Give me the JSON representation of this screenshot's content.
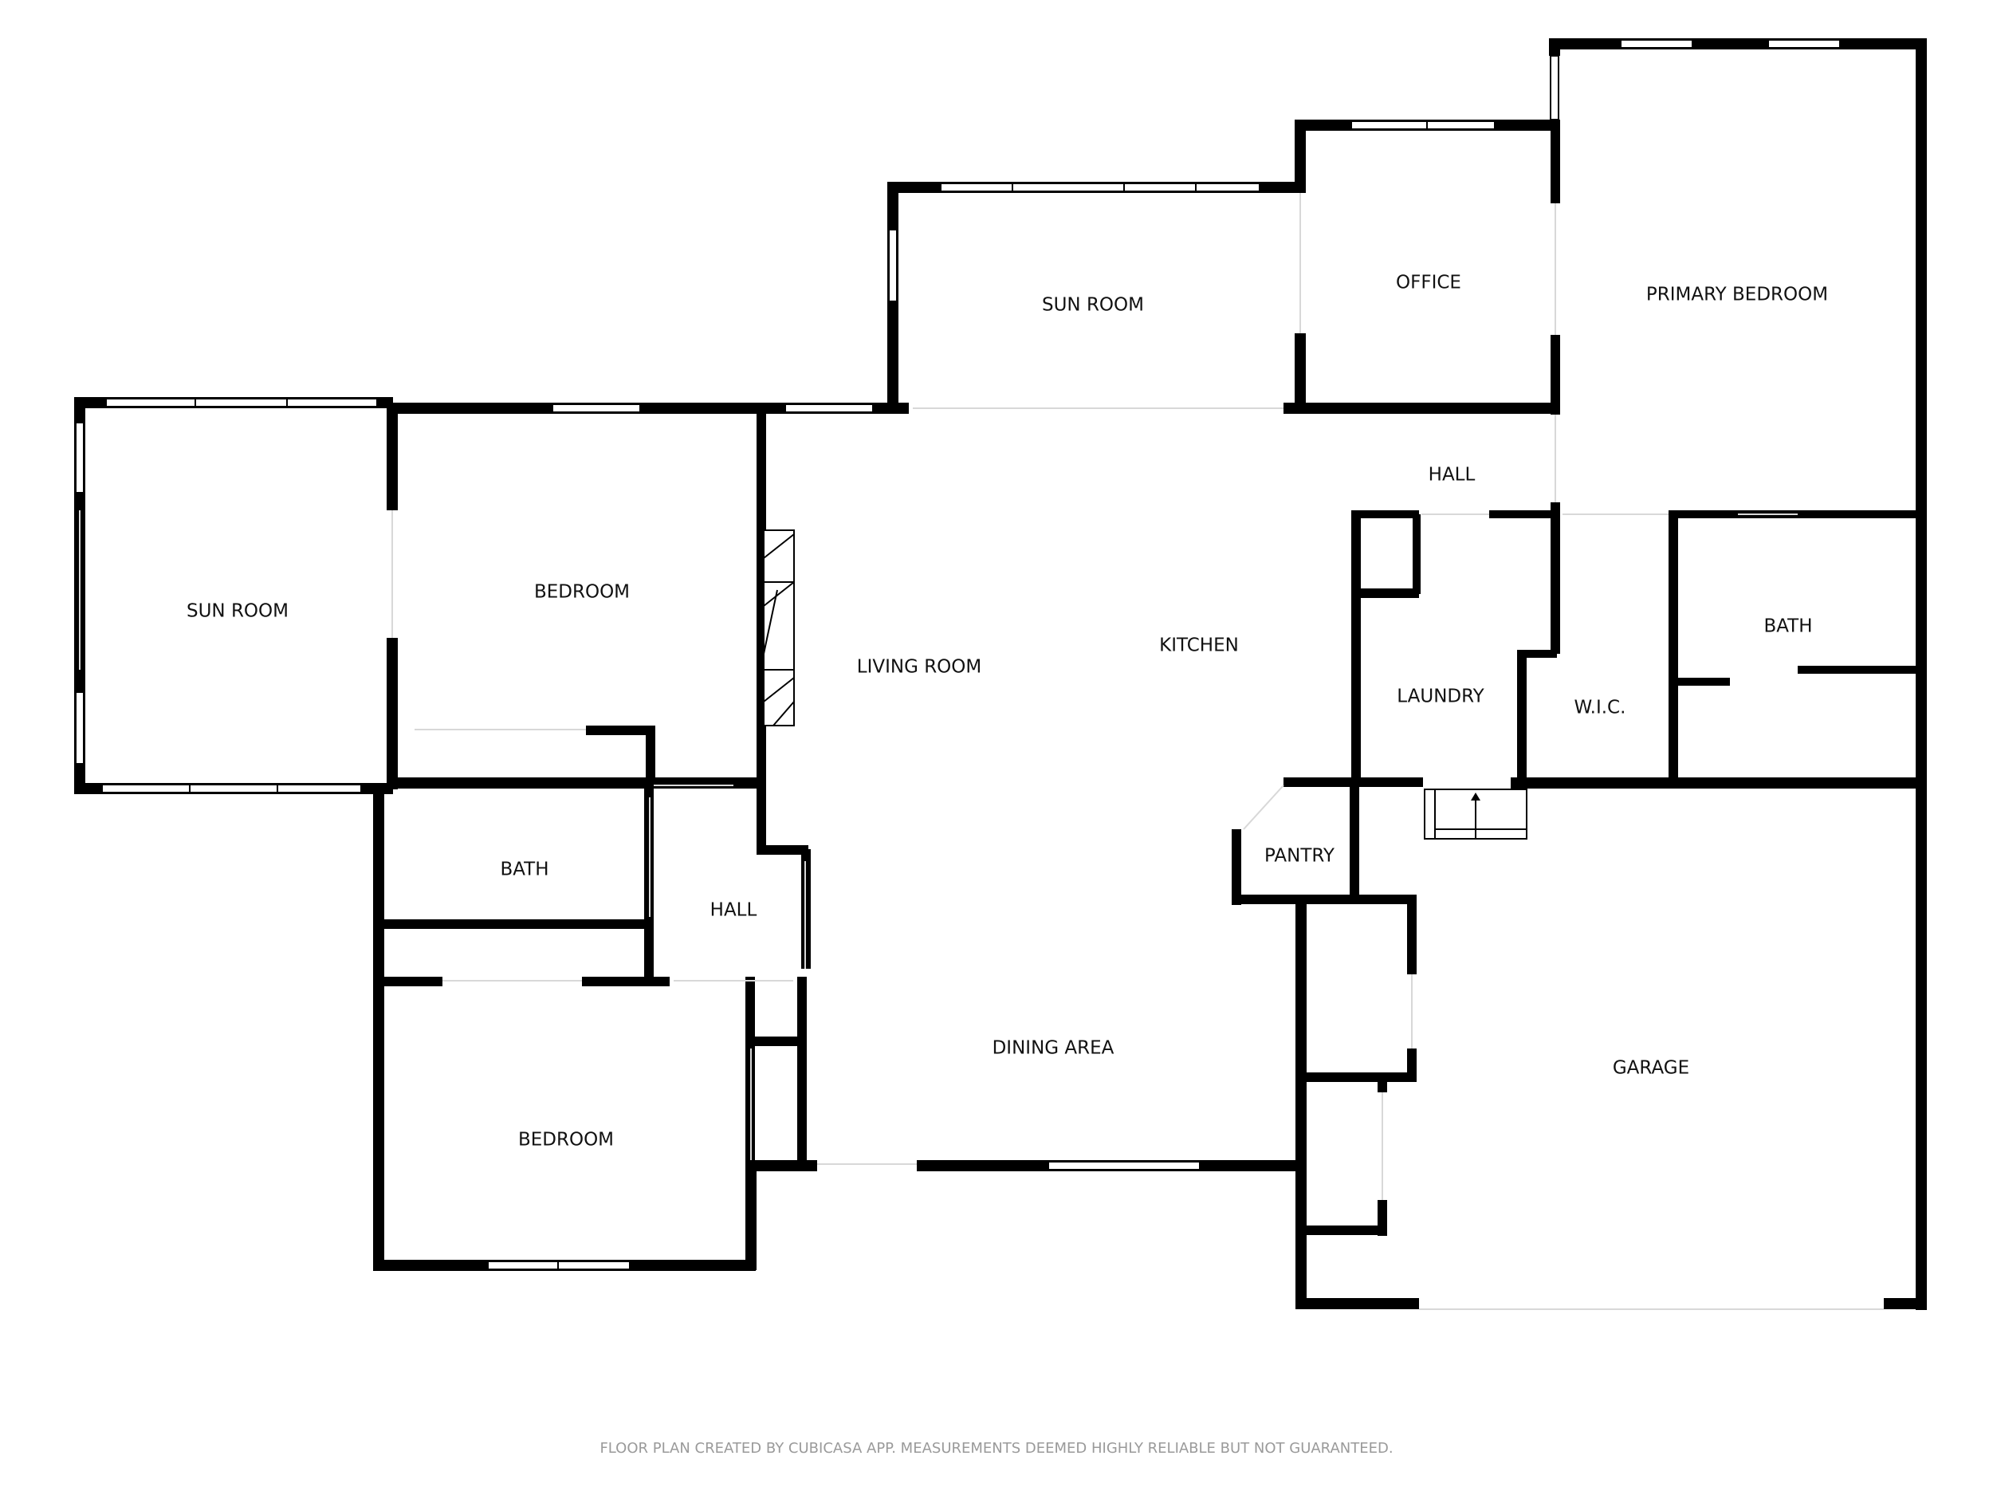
{
  "rooms": {
    "sun_room_left": "SUN ROOM",
    "bedroom_top": "BEDROOM",
    "sun_room_top": "SUN ROOM",
    "office": "OFFICE",
    "primary_bedroom": "PRIMARY BEDROOM",
    "hall_top": "HALL",
    "living_room": "LIVING ROOM",
    "kitchen": "KITCHEN",
    "laundry": "LAUNDRY",
    "wic": "W.I.C.",
    "bath_right": "BATH",
    "bath_left": "BATH",
    "hall_left": "HALL",
    "pantry": "PANTRY",
    "dining_area": "DINING AREA",
    "garage": "GARAGE",
    "bedroom_bottom": "BEDROOM"
  },
  "footer": "FLOOR PLAN CREATED BY CUBICASA APP. MEASUREMENTS DEEMED HIGHLY RELIABLE BUT NOT GUARANTEED.",
  "colors": {
    "wall": "#000000",
    "background": "#ffffff",
    "footer_text": "#9a9a9a"
  }
}
